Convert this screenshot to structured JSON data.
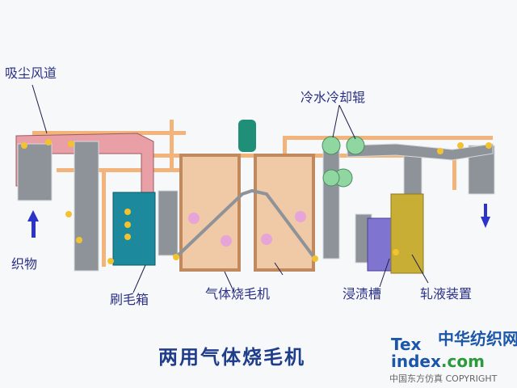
{
  "title": "两用气体烧毛机",
  "labels": {
    "dust_duct": "吸尘风道",
    "fabric": "织物",
    "brush_box": "刷毛箱",
    "gas_singeing": "气体烧毛机",
    "cooling_rollers": "冷水冷却辊",
    "impregnation_tank": "浸渍槽",
    "padding_device": "轧液装置"
  },
  "logo": {
    "tex": "Tex",
    "index": "index",
    "com": ".com",
    "site_name": "中华纺织网"
  },
  "copyright": "中国东方仿真 COPYRIGHT"
}
